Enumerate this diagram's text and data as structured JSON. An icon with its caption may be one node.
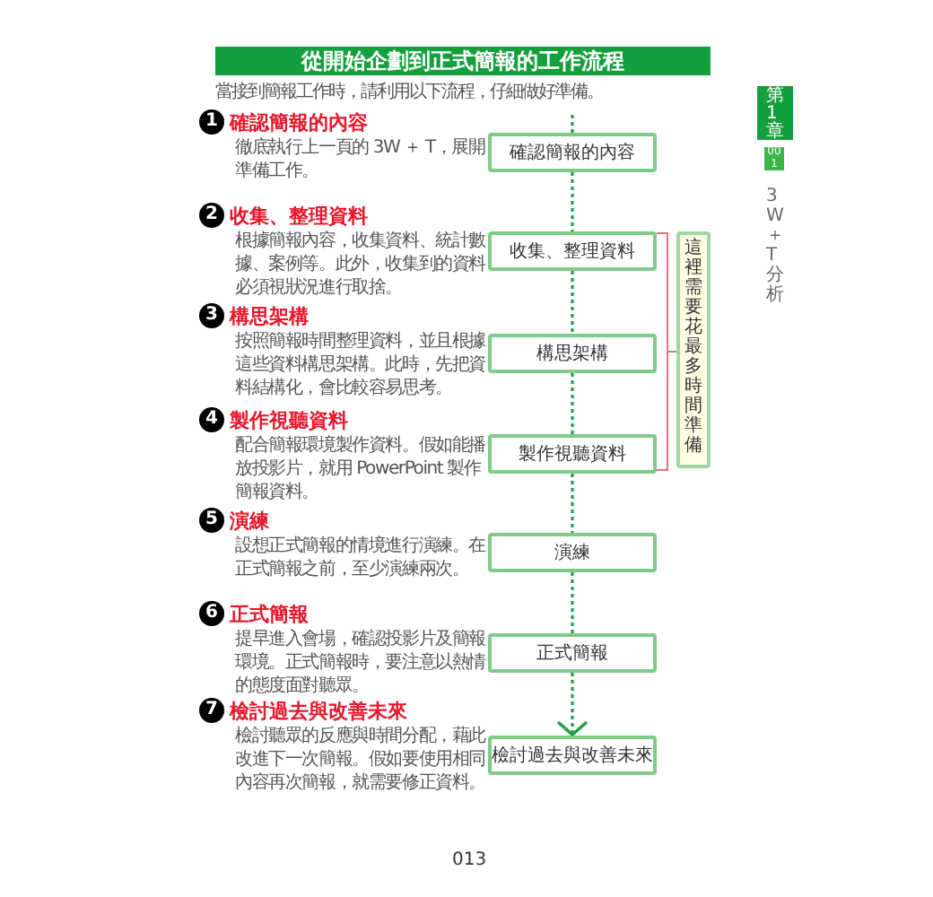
{
  "diagram": {
    "title": "從開始企劃到正式簡報的工作流程",
    "nodes": [
      {
        "text": [
          "確認簡報的內容"
        ]
      },
      {
        "text": [
          "收集、整理資料"
        ]
      },
      {
        "text": [
          "構思架構"
        ]
      },
      {
        "text": [
          "製作視聽資料"
        ]
      },
      {
        "text": [
          "演練"
        ]
      },
      {
        "text": [
          "正式簡報"
        ]
      },
      {
        "text": [
          "檢討過去與改善未來"
        ]
      },
      {
        "text": [
          "這裡需要花最多時間準備"
        ]
      }
    ],
    "edges": [
      {
        "from": null,
        "to": 0,
        "arrow": "none",
        "style": "dashed"
      },
      {
        "from": 0,
        "to": 1,
        "arrow": "none",
        "style": "dashed"
      },
      {
        "from": 1,
        "to": 2,
        "arrow": "none",
        "style": "dashed"
      },
      {
        "from": 2,
        "to": 3,
        "arrow": "none",
        "style": "dashed"
      },
      {
        "from": 3,
        "to": 4,
        "arrow": "none",
        "style": "dashed"
      },
      {
        "from": 4,
        "to": 5,
        "arrow": "none",
        "style": "dashed"
      },
      {
        "from": 5,
        "to": 6,
        "arrow": "to",
        "style": "dashed"
      }
    ],
    "labels": [
      "當接到簡報工作時，請利用以下流程，仔細做好準備。",
      "1",
      "確認簡報的內容",
      "徹底執行上一頁的 3W ＋ T，展開準備工作。",
      "2",
      "收集、整理資料",
      "根據簡報內容，收集資料、統計數據、案例等。此外，收集到的資料必須視狀況進行取捨。",
      "3",
      "構思架構",
      "按照簡報時間整理資料，並且根據這些資料構思架構。此時，先把資料結構化，會比較容易思考。",
      "4",
      "製作視聽資料",
      "配合簡報環境製作資料。假如能播放投影片，就用 PowerPoint 製作簡報資料。",
      "5",
      "演練",
      "設想正式簡報的情境進行演練。在正式簡報之前，至少演練兩次。",
      "6",
      "正式簡報",
      "提早進入會場，確認投影片及簡報環境。正式簡報時，要注意以熱情的態度面對聽眾。",
      "7",
      "檢討過去與改善未來",
      "檢討聽眾的反應與時間分配，藉此改進下一次簡報。假如要使用相同內容再次簡報，就需要修正資料。",
      "第1章",
      "001",
      "3W ＋ T 分析",
      "013"
    ]
  }
}
